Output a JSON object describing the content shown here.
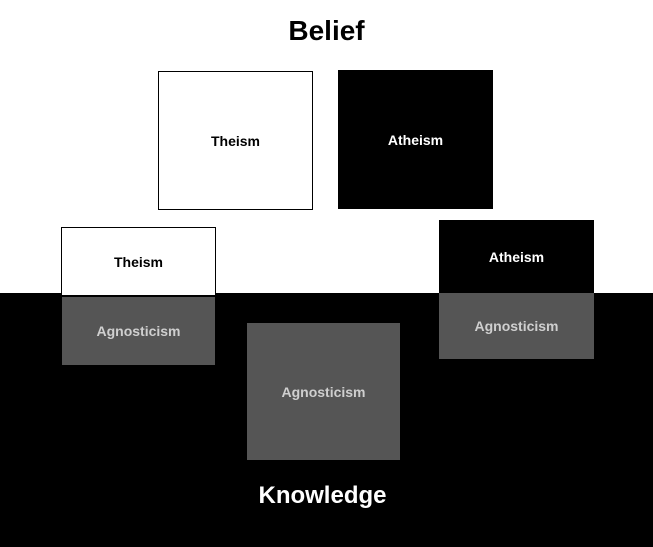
{
  "titles": {
    "belief": "Belief",
    "knowledge": "Knowledge"
  },
  "boxes": {
    "theism_top": "Theism",
    "atheism_top": "Atheism",
    "agnostic_theism_upper": "Theism",
    "agnostic_theism_lower": "Agnosticism",
    "agnosticism_center": "Agnosticism",
    "agnostic_atheism_upper": "Atheism",
    "agnostic_atheism_lower": "Agnosticism"
  },
  "colors": {
    "belief_background": "#ffffff",
    "knowledge_background": "#000000",
    "agnosticism_fill": "#555555",
    "agnosticism_text": "#cfcfcf"
  }
}
